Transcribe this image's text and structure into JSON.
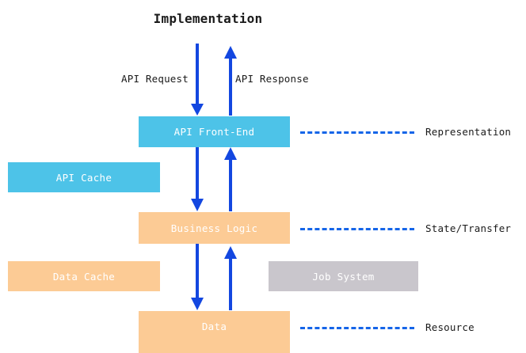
{
  "diagram": {
    "title": "Implementation",
    "colors": {
      "cyan": "#4DC3E8",
      "orange": "#FCCB95",
      "grey": "#C9C6CC",
      "arrow_blue": "#1347E0",
      "dash_blue": "#1565E8",
      "box_text": "#FFFFFF",
      "text": "#1A1A1A",
      "background": "#FFFFFF"
    },
    "boxes": [
      {
        "id": "api-front-end",
        "label": "API Front-End",
        "color": "#4DC3E8",
        "column": "center"
      },
      {
        "id": "api-cache",
        "label": "API Cache",
        "color": "#4DC3E8",
        "column": "left"
      },
      {
        "id": "business-logic",
        "label": "Business Logic",
        "color": "#FCCB95",
        "column": "center"
      },
      {
        "id": "data-cache",
        "label": "Data Cache",
        "color": "#FCCB95",
        "column": "left"
      },
      {
        "id": "job-system",
        "label": "Job System",
        "color": "#C9C6CC",
        "column": "right"
      },
      {
        "id": "data",
        "label": "Data",
        "color": "#FCCB95",
        "column": "center"
      }
    ],
    "flow_labels": {
      "api_request": "API Request",
      "api_response": "API Response"
    },
    "side_labels": [
      {
        "id": "representation",
        "label": "Representation",
        "for": "api-front-end"
      },
      {
        "id": "state-transfer",
        "label": "State/Transfer",
        "for": "business-logic"
      },
      {
        "id": "resource",
        "label": "Resource",
        "for": "data"
      }
    ],
    "arrows": [
      {
        "id": "request-into-frontend",
        "direction": "down",
        "from": "top-edge",
        "to": "api-front-end"
      },
      {
        "id": "response-out-of-frontend",
        "direction": "up",
        "from": "api-front-end",
        "to": "top-edge"
      },
      {
        "id": "frontend-to-business-logic",
        "direction": "down",
        "from": "api-front-end",
        "to": "business-logic"
      },
      {
        "id": "business-logic-to-frontend",
        "direction": "up",
        "from": "business-logic",
        "to": "api-front-end"
      },
      {
        "id": "business-logic-to-data",
        "direction": "down",
        "from": "business-logic",
        "to": "data"
      },
      {
        "id": "data-to-business-logic",
        "direction": "up",
        "from": "data",
        "to": "business-logic"
      }
    ]
  }
}
